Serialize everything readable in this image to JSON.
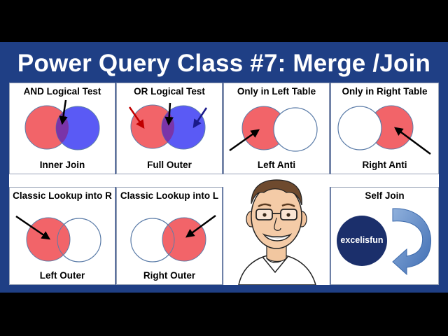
{
  "title": "Power Query Class #7: Merge /Join",
  "panels": [
    {
      "top": "AND Logical Test",
      "bottom": "Inner Join"
    },
    {
      "top": "OR Logical Test",
      "bottom": "Full Outer"
    },
    {
      "top": "Only in Left Table",
      "bottom": "Left Anti"
    },
    {
      "top": "Only in Right Table",
      "bottom": "Right Anti"
    },
    {
      "top": "Classic Lookup into R",
      "bottom": "Left Outer"
    },
    {
      "top": "Classic Lookup into L",
      "bottom": "Right Outer"
    },
    {
      "top": "Self Join",
      "bottom": ""
    }
  ],
  "logo_text": "excelisfun",
  "colors": {
    "background": "#1f3f85",
    "red_circle": "#f26469",
    "blue_circle": "#5a5af5",
    "overlap": "#7a34a8",
    "logo_circle": "#1b2f6b",
    "arrow": "#5a86c0"
  },
  "icons": [
    "arrow-icon",
    "curved-arrow-icon",
    "presenter-caricature"
  ]
}
